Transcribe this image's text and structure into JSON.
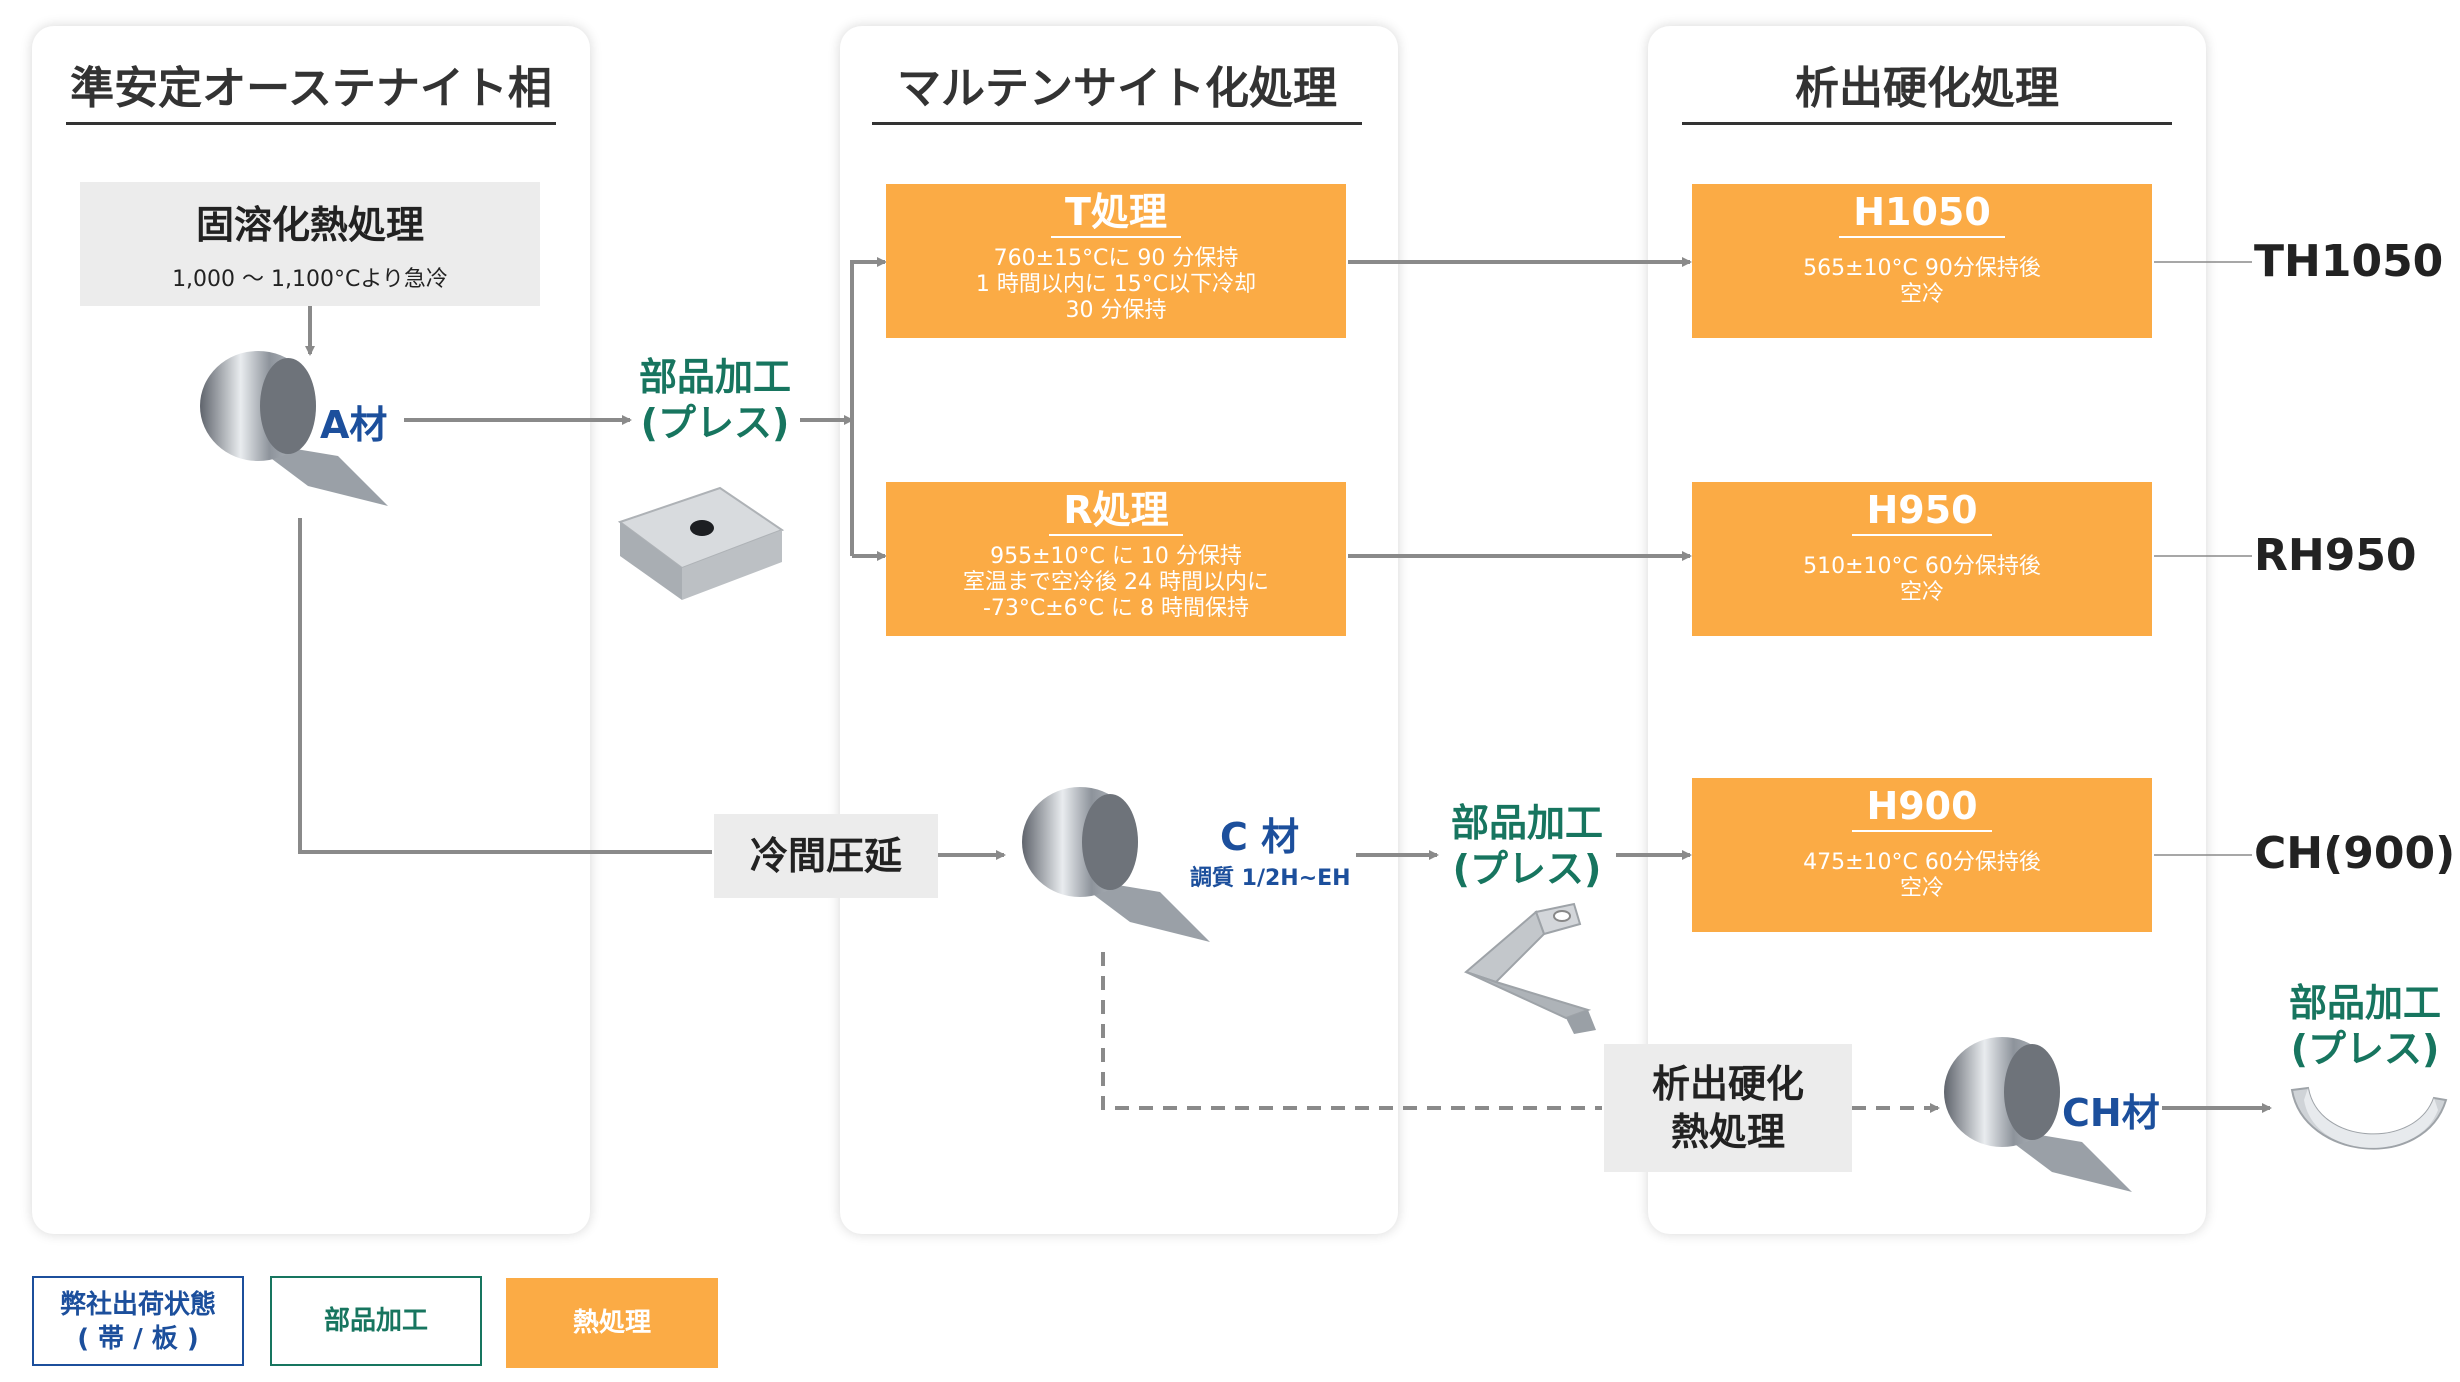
{
  "columns": {
    "austenite": "準安定オーステナイト相",
    "martensite": "マルテンサイト化処理",
    "precipitation": "析出硬化処理"
  },
  "solution_treatment": {
    "title": "固溶化熱処理",
    "detail": "1,000 ～ 1,100°Cより急冷"
  },
  "materials": {
    "a": "A材",
    "c": "C 材",
    "c_sub": "調質 1/2H~EH",
    "ch": "CH材"
  },
  "press": "部品加工\n(プレス)",
  "t_treatment": {
    "title": "T処理",
    "detail": "760±15°Cに 90 分保持\n1 時間以内に 15°C以下冷却\n30 分保持"
  },
  "r_treatment": {
    "title": "R処理",
    "detail": "955±10°C に 10 分保持\n室温まで空冷後 24 時間以内に\n-73°C±6°C に 8 時間保持"
  },
  "h1050": {
    "title": "H1050",
    "detail": "565±10°C 90分保持後\n空冷"
  },
  "h950": {
    "title": "H950",
    "detail": "510±10°C 60分保持後\n空冷"
  },
  "h900": {
    "title": "H900",
    "detail": "475±10°C 60分保持後\n空冷"
  },
  "outputs": {
    "th1050": "TH1050",
    "rh950": "RH950",
    "ch900": "CH(900)"
  },
  "cold_rolling": "冷間圧延",
  "precip_heat": "析出硬化\n熱処理",
  "legend": {
    "shipping": "弊社出荷状態\n( 帯 / 板 )",
    "processing": "部品加工",
    "heat": "熱処理"
  },
  "colors": {
    "heat_box": "#fbab45",
    "grey_box": "#ececec",
    "processing_text": "#17755f",
    "material_text": "#1c4f9c",
    "arrow": "#8a8a8a"
  },
  "icons": [
    "steel-coil-icon",
    "pressed-square-part-icon",
    "bent-bracket-icon",
    "curved-part-icon"
  ]
}
